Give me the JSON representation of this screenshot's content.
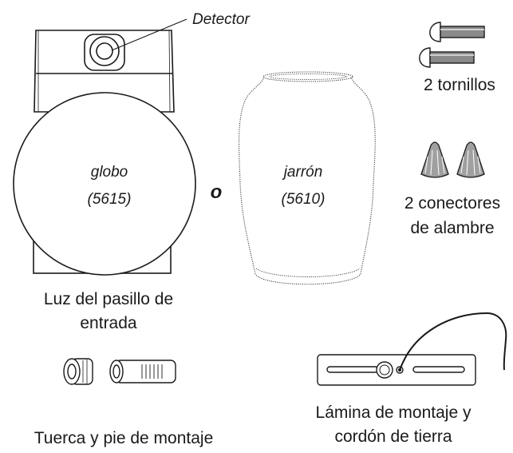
{
  "labels": {
    "detector": "Detector",
    "globe_name": "globo",
    "globe_code": "(5615)",
    "or_word": "o",
    "jar_name": "jarrón",
    "jar_code": "(5610)",
    "screws": "2 tornillos",
    "connectors_line1": "2 conectores",
    "connectors_line2": "de alambre",
    "fixture_line1": "Luz del pasillo de",
    "fixture_line2": "entrada",
    "nut_caption": "Tuerca y pie de montaje",
    "plate_line1": "Lámina de montaje y",
    "plate_line2": "cordón de tierra"
  }
}
